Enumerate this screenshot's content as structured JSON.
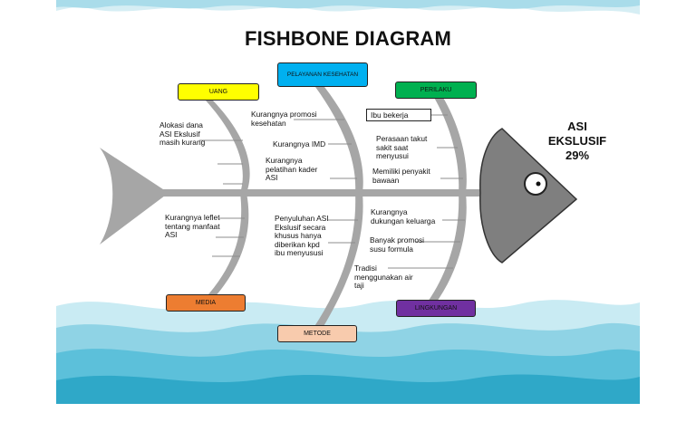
{
  "diagram": {
    "title": "FISHBONE DIAGRAM",
    "effect": "ASI\nEKSLUSIF\n29%",
    "categories": {
      "uang": "UANG",
      "pelayanan": "PELAYANAN KESEHATAN",
      "perilaku": "PERILAKU",
      "media": "MEDIA",
      "metode": "METODE",
      "lingkungan": "LINGKUNGAN"
    },
    "colors": {
      "uang": "#ffff00",
      "pelayanan": "#00b0f0",
      "perilaku": "#00b050",
      "media": "#ed7d31",
      "metode": "#f8cbad",
      "lingkungan": "#7030a0",
      "bone": "#a6a6a6",
      "fish_head": "#7f7f7f",
      "wave_light": "#bfe6ef",
      "wave_dark": "#3aaecb"
    },
    "causes": {
      "uang": [
        "Alokasi dana\nASI Ekslusif\nmasih kurang"
      ],
      "pelayanan": [
        "Kurangnya promosi\nkesehatan",
        "Kurangnya IMD",
        "Kurangnya\npelatihan kader\nASI"
      ],
      "perilaku": [
        "Ibu bekerja",
        "Perasaan takut\nsakit saat\nmenyusui",
        "Memiliki penyakit\nbawaan"
      ],
      "media": [
        "Kurangnya leflet\ntentang manfaat\nASI"
      ],
      "metode": [
        "Penyuluhan ASI\nEkslusif secara\nkhusus hanya\ndiberikan kpd\nibu menyususi"
      ],
      "lingkungan": [
        "Kurangnya\ndukungan keluarga",
        "Banyak promosi\nsusu formula",
        "Tradisi\nmenggunakan air\ntaji"
      ]
    }
  }
}
